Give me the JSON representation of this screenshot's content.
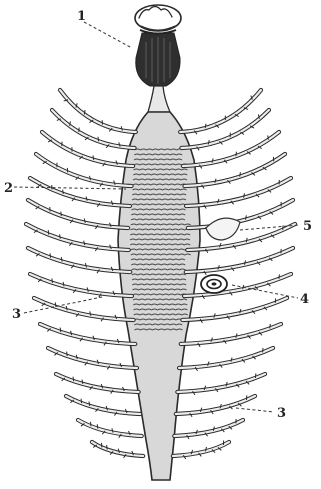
{
  "figure": {
    "labels": [
      {
        "id": "label-1",
        "text": "1"
      },
      {
        "id": "label-2",
        "text": "2"
      },
      {
        "id": "label-3a",
        "text": "3"
      },
      {
        "id": "label-3b",
        "text": "3"
      },
      {
        "id": "label-4",
        "text": "4"
      },
      {
        "id": "label-5",
        "text": "5"
      }
    ]
  }
}
